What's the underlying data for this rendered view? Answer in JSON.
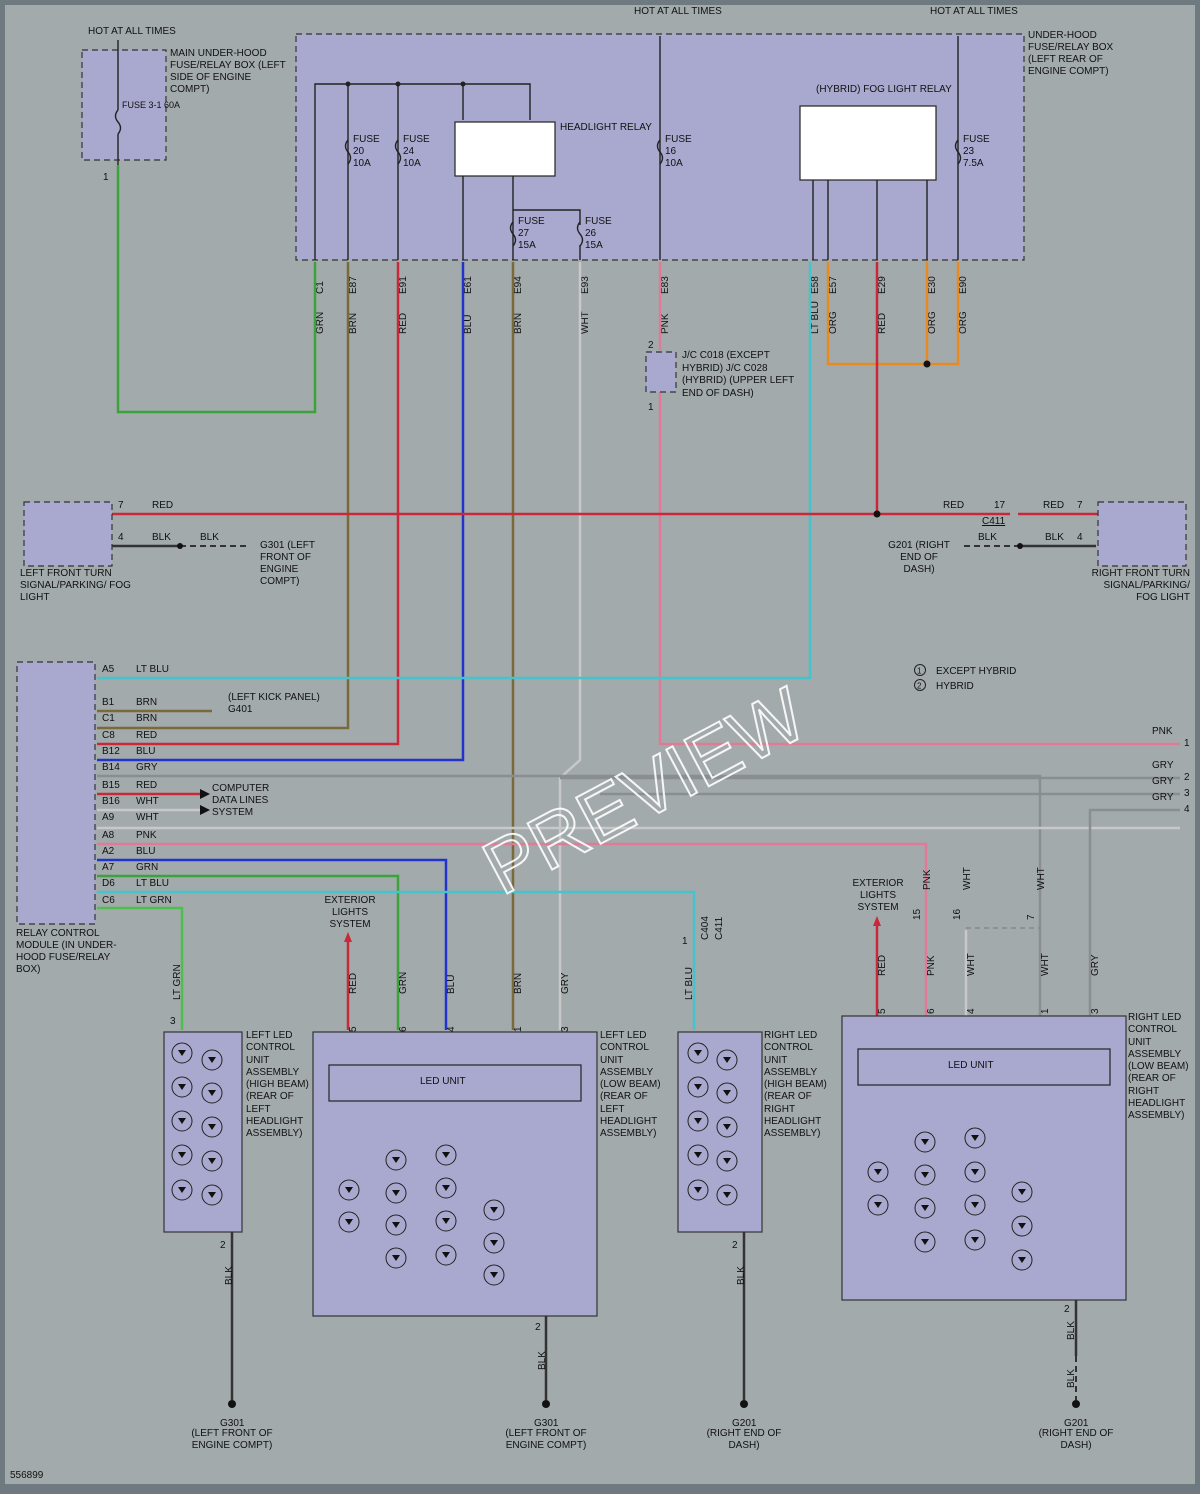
{
  "diagram_id": "556899",
  "watermark": "PREVIEW",
  "hot_at_all_times": "HOT AT ALL TIMES",
  "main_box": {
    "label": "MAIN UNDER-HOOD FUSE/RELAY BOX (LEFT SIDE OF ENGINE COMPT)",
    "fuse": "FUSE 3-1 60A",
    "pin": "1"
  },
  "uh_box": {
    "label": "UNDER-HOOD FUSE/RELAY BOX (LEFT REAR OF ENGINE COMPT)"
  },
  "fuses": [
    {
      "name": "FUSE 20 10A"
    },
    {
      "name": "FUSE 24 10A"
    },
    {
      "name": "FUSE 27 15A"
    },
    {
      "name": "FUSE 26 15A"
    },
    {
      "name": "FUSE 16 10A"
    },
    {
      "name": "FUSE 23 7.5A"
    }
  ],
  "relays": {
    "headlight": "HEADLIGHT RELAY",
    "fog": "(HYBRID) FOG LIGHT RELAY"
  },
  "terminals": [
    "C1",
    "E87",
    "E91",
    "E61",
    "E94",
    "E93",
    "E83",
    "E58",
    "E57",
    "E29",
    "E30",
    "E90"
  ],
  "wire_colors": [
    "GRN",
    "BRN",
    "RED",
    "BLU",
    "BRN",
    "WHT",
    "PNK",
    "LT BLU",
    "ORG",
    "RED",
    "ORG",
    "ORG"
  ],
  "jc": {
    "label": "J/C C018 (EXCEPT HYBRID) J/C C028 (HYBRID) (UPPER LEFT END OF DASH)",
    "pin_top": "2",
    "pin_bottom": "1",
    "wire": "PNK"
  },
  "left_turn": {
    "label": "LEFT FRONT TURN SIGNAL/PARKING/ FOG LIGHT",
    "pin7": "7",
    "pin4": "4",
    "red": "RED",
    "blk": "BLK",
    "ground": "G301 (LEFT FRONT OF ENGINE COMPT)"
  },
  "right_turn": {
    "label": "RIGHT FRONT TURN SIGNAL/PARKING/ FOG LIGHT",
    "pin7": "7",
    "pin4": "4",
    "red": "RED",
    "blk": "BLK",
    "ground": "G201 (RIGHT END OF DASH)",
    "conn": "C411",
    "conn_pin": "17"
  },
  "relay_module": {
    "label": "RELAY CONTROL MODULE (IN UNDER-HOOD FUSE/RELAY BOX)",
    "pins": [
      {
        "pin": "A5",
        "color": "LT BLU"
      },
      {
        "pin": "B1",
        "color": "BRN"
      },
      {
        "pin": "C1",
        "color": "BRN"
      },
      {
        "pin": "C8",
        "color": "RED"
      },
      {
        "pin": "B12",
        "color": "BLU"
      },
      {
        "pin": "B14",
        "color": "GRY"
      },
      {
        "pin": "B15",
        "color": "RED"
      },
      {
        "pin": "B16",
        "color": "WHT"
      },
      {
        "pin": "A9",
        "color": "WHT"
      },
      {
        "pin": "A8",
        "color": "PNK"
      },
      {
        "pin": "A2",
        "color": "BLU"
      },
      {
        "pin": "A7",
        "color": "GRN"
      },
      {
        "pin": "D6",
        "color": "LT BLU"
      },
      {
        "pin": "C6",
        "color": "LT GRN"
      }
    ],
    "g401": "(LEFT KICK PANEL) G401",
    "computer": "COMPUTER DATA LINES SYSTEM"
  },
  "legend": [
    {
      "num": "1",
      "text": "EXCEPT HYBRID"
    },
    {
      "num": "2",
      "text": "HYBRID"
    }
  ],
  "right_bus": [
    {
      "color": "PNK",
      "num": "1"
    },
    {
      "color": "GRY",
      "num": "2"
    },
    {
      "color": "GRY",
      "num": "3"
    },
    {
      "color": "GRY",
      "num": "4"
    }
  ],
  "ext_lights": "EXTERIOR LIGHTS SYSTEM",
  "led_unit": "LED UNIT",
  "left_led_hi": {
    "label": "LEFT LED CONTROL UNIT ASSEMBLY (HIGH BEAM) (REAR OF LEFT HEADLIGHT ASSEMBLY)",
    "pin_top": "3",
    "pin_bot": "2",
    "wire_top": "LT GRN",
    "wire_bot": "BLK"
  },
  "left_led_lo": {
    "label": "LEFT LED CONTROL UNIT ASSEMBLY (LOW BEAM) (REAR OF LEFT HEADLIGHT ASSEMBLY)",
    "pins": [
      "5",
      "6",
      "4",
      "1",
      "3"
    ],
    "wires": [
      "RED",
      "GRN",
      "BLU",
      "BRN",
      "GRY"
    ],
    "pin_bot": "2",
    "wire_bot": "BLK"
  },
  "right_led_hi": {
    "label": "RIGHT LED CONTROL UNIT ASSEMBLY (HIGH BEAM) (REAR OF RIGHT HEADLIGHT ASSEMBLY)",
    "pin_top": "1",
    "pin_bot": "2",
    "wire_top": "LT BLU",
    "wire_bot": "BLK",
    "conn": "C404",
    "conn2": "C411"
  },
  "right_led_lo": {
    "label": "RIGHT LED CONTROL UNIT ASSEMBLY (LOW BEAM) (REAR OF RIGHT HEADLIGHT ASSEMBLY)",
    "pins": [
      "5",
      "6",
      "4",
      "1",
      "3"
    ],
    "wires": [
      "RED",
      "PNK",
      "WHT",
      "WHT",
      "GRY"
    ],
    "pin_bot": "2",
    "wire_bot": "BLK",
    "conn_pins": [
      "15",
      "16",
      "7"
    ],
    "conn_wires": [
      "PNK",
      "WHT",
      "WHT"
    ]
  },
  "grounds": [
    {
      "name": "G301",
      "loc": "(LEFT FRONT OF ENGINE COMPT)"
    },
    {
      "name": "G301",
      "loc": "(LEFT FRONT OF ENGINE COMPT)"
    },
    {
      "name": "G201",
      "loc": "(RIGHT END OF DASH)"
    },
    {
      "name": "G201",
      "loc": "(RIGHT END OF DASH)"
    }
  ]
}
